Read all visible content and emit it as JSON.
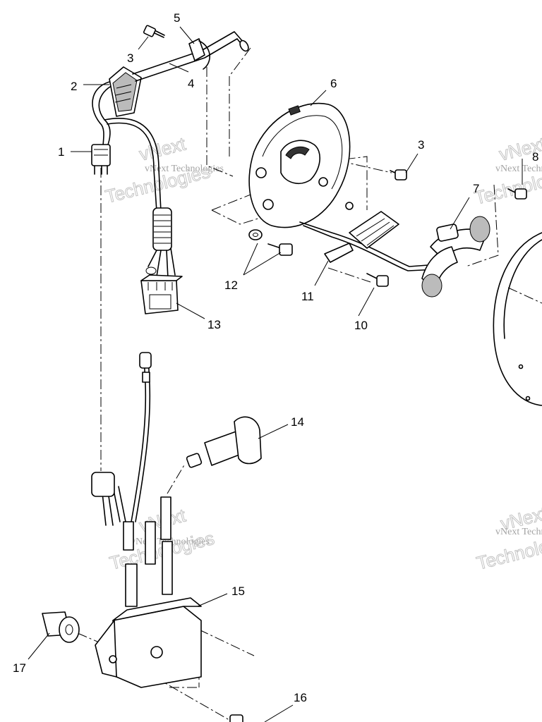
{
  "diagram": {
    "callouts": [
      "1",
      "2",
      "3",
      "4",
      "5",
      "6",
      "3",
      "7",
      "8",
      "12",
      "11",
      "10",
      "13",
      "14",
      "15",
      "17",
      "16"
    ]
  },
  "watermark": {
    "line1": "vNext Technologies",
    "line2": "vNext",
    "line3": "Technologies"
  }
}
